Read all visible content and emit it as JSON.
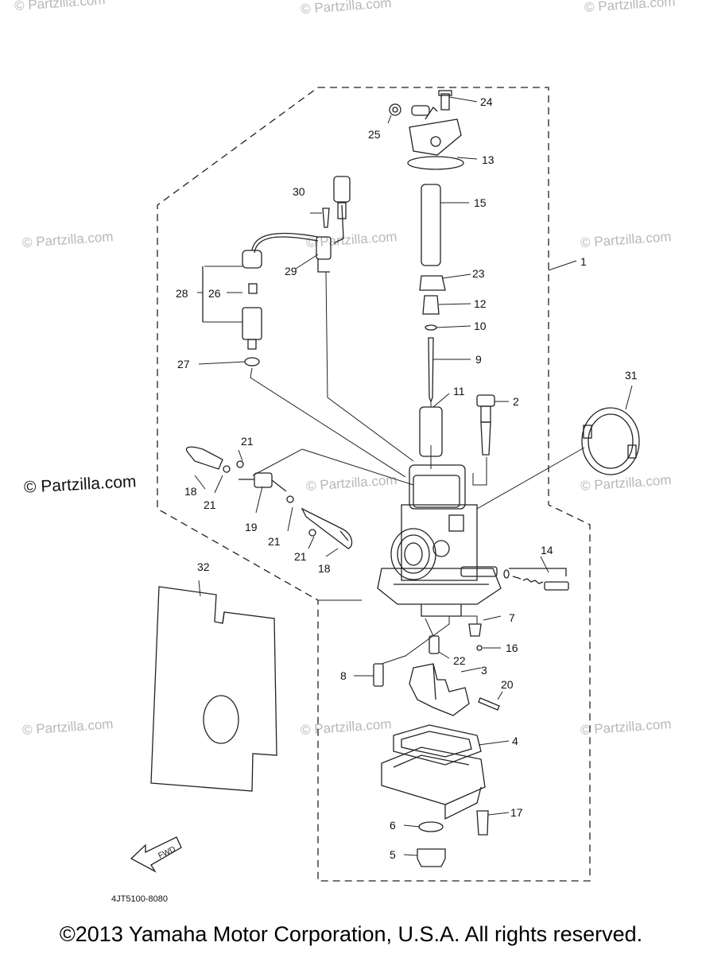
{
  "watermark_text": "© Partzilla.com",
  "diagram_code": "4JT5100-8080",
  "fwd_label": "FWD",
  "copyright": "©2013 Yamaha Motor Corporation, U.S.A. All rights reserved.",
  "callouts": {
    "c1": "1",
    "c2": "2",
    "c3": "3",
    "c4": "4",
    "c5": "5",
    "c6": "6",
    "c7": "7",
    "c8": "8",
    "c9": "9",
    "c10": "10",
    "c11": "11",
    "c12": "12",
    "c13": "13",
    "c14": "14",
    "c15": "15",
    "c16": "16",
    "c17": "17",
    "c18a": "18",
    "c18b": "18",
    "c19": "19",
    "c20": "20",
    "c21a": "21",
    "c21b": "21",
    "c21c": "21",
    "c21d": "21",
    "c22": "22",
    "c23": "23",
    "c24": "24",
    "c25": "25",
    "c26": "26",
    "c27": "27",
    "c28": "28",
    "c29": "29",
    "c30": "30",
    "c31": "31",
    "c32": "32"
  }
}
